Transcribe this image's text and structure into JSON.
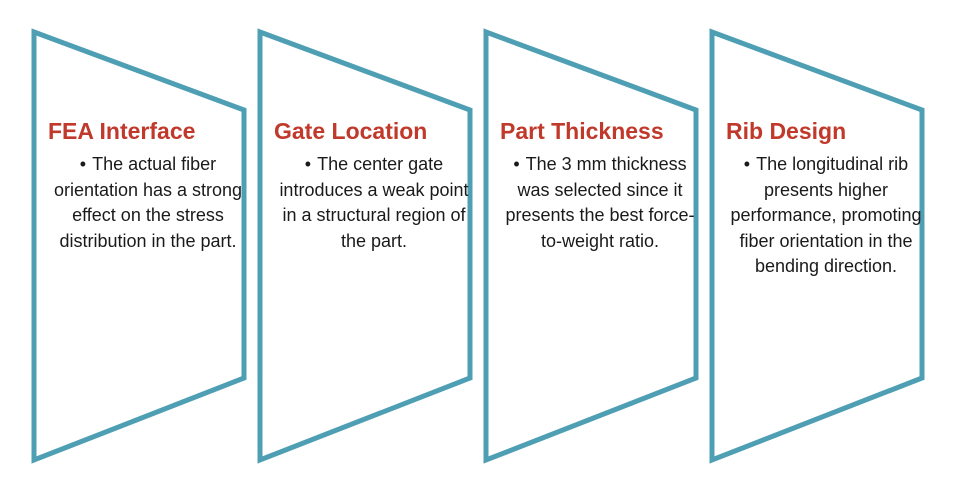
{
  "colors": {
    "outline": "#4f9fb4",
    "heading": "#c0392b",
    "body_text": "#1a1a1a",
    "background": "#ffffff"
  },
  "steps": [
    {
      "title": "FEA Interface",
      "bullet": "The actual fiber orientation has a strong effect on the stress distribution in the part."
    },
    {
      "title": "Gate Location",
      "bullet": "The center gate introduces a weak point in a structural region of the part."
    },
    {
      "title": "Part Thickness",
      "bullet": "The 3 mm thickness was selected since it presents the best force-to-weight ratio."
    },
    {
      "title": "Rib Design",
      "bullet": "The longitudinal rib presents higher performance, promoting fiber orientation in the bending direction."
    }
  ],
  "bullet_glyph": "•"
}
